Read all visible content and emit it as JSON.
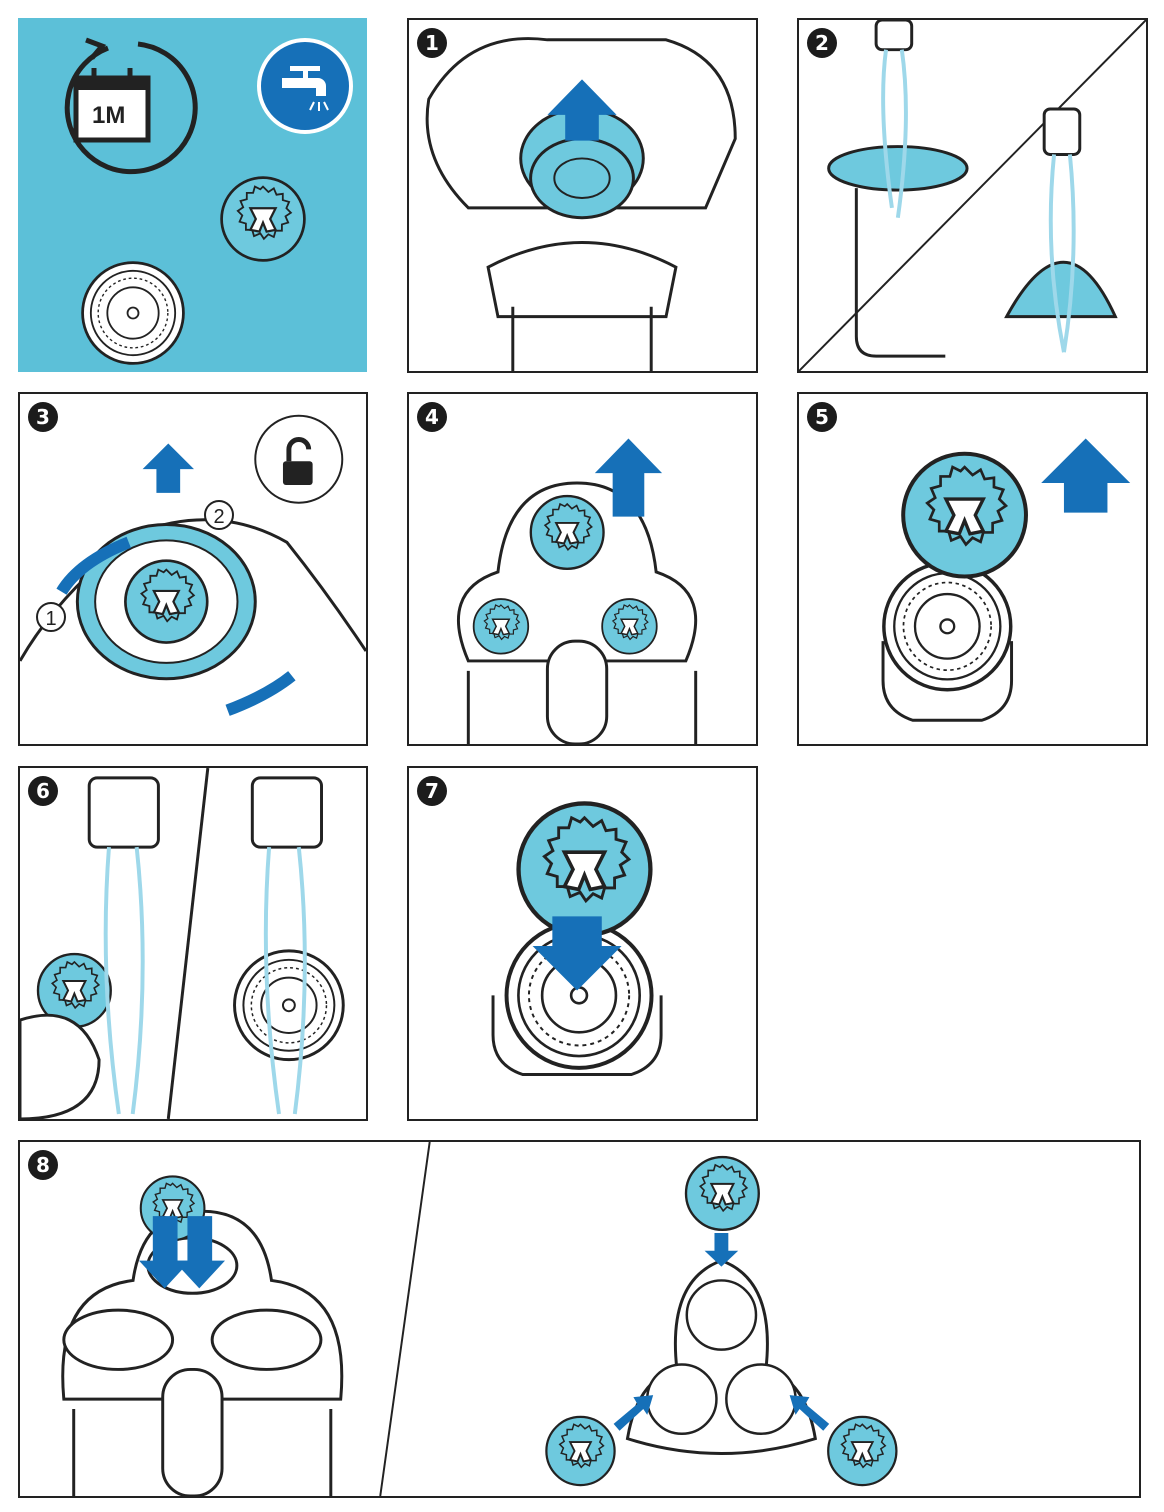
{
  "intro_panel": {
    "calendar_label": "1M",
    "icons": [
      "calendar-cycle-icon",
      "water-tap-icon"
    ]
  },
  "steps": [
    {
      "number": "1"
    },
    {
      "number": "2"
    },
    {
      "number": "3",
      "sub_labels": [
        "1",
        "2"
      ]
    },
    {
      "number": "4"
    },
    {
      "number": "5"
    },
    {
      "number": "6"
    },
    {
      "number": "7"
    },
    {
      "number": "8"
    }
  ],
  "colors": {
    "panel_bg": "#5cc0d8",
    "arrow_blue": "#1670b8",
    "cutter_cyan": "#6ec9de",
    "outline": "#222222"
  }
}
